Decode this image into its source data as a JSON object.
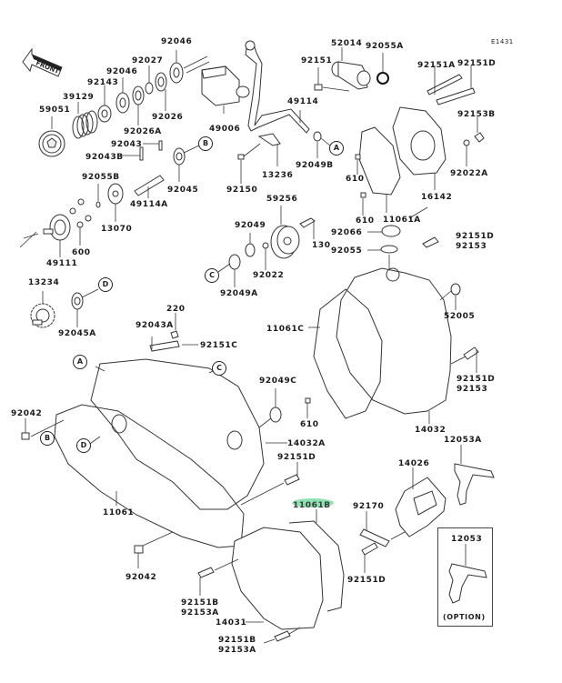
{
  "diagram": {
    "type": "exploded-parts-diagram",
    "reference_code": "E1431",
    "front_arrow_label": "FRONT",
    "option_label": "(OPTION)",
    "circle_refs": [
      "A",
      "B",
      "C",
      "D"
    ],
    "highlighted_part": "11061B",
    "parts": [
      {
        "id": "p1",
        "number": "92046"
      },
      {
        "id": "p2",
        "number": "92027"
      },
      {
        "id": "p3",
        "number": "92046"
      },
      {
        "id": "p4",
        "number": "92143"
      },
      {
        "id": "p5",
        "number": "39129"
      },
      {
        "id": "p6",
        "number": "59051"
      },
      {
        "id": "p7",
        "number": "92026"
      },
      {
        "id": "p8",
        "number": "92026A"
      },
      {
        "id": "p9",
        "number": "92043"
      },
      {
        "id": "p10",
        "number": "92043B"
      },
      {
        "id": "p11",
        "number": "92055B"
      },
      {
        "id": "p12",
        "number": "49114A"
      },
      {
        "id": "p13",
        "number": "92045"
      },
      {
        "id": "p14",
        "number": "13070"
      },
      {
        "id": "p15",
        "number": "600"
      },
      {
        "id": "p16",
        "number": "49111"
      },
      {
        "id": "p17",
        "number": "13234"
      },
      {
        "id": "p18",
        "number": "92045A"
      },
      {
        "id": "p19",
        "number": "49006"
      },
      {
        "id": "p20",
        "number": "49114"
      },
      {
        "id": "p21",
        "number": "13236"
      },
      {
        "id": "p22",
        "number": "92150"
      },
      {
        "id": "p23",
        "number": "92049B"
      },
      {
        "id": "p24",
        "number": "52014"
      },
      {
        "id": "p25",
        "number": "92151"
      },
      {
        "id": "p26",
        "number": "92055A"
      },
      {
        "id": "p27",
        "number": "92151A"
      },
      {
        "id": "p28",
        "number": "92151D"
      },
      {
        "id": "p29",
        "number": "92153B"
      },
      {
        "id": "p30",
        "number": "92022A"
      },
      {
        "id": "p31",
        "number": "16142"
      },
      {
        "id": "p32",
        "number": "610"
      },
      {
        "id": "p33",
        "number": "610"
      },
      {
        "id": "p34",
        "number": "11061A"
      },
      {
        "id": "p35",
        "number": "59256"
      },
      {
        "id": "p36",
        "number": "92049"
      },
      {
        "id": "p37",
        "number": "130"
      },
      {
        "id": "p38",
        "number": "92022"
      },
      {
        "id": "p39",
        "number": "92049A"
      },
      {
        "id": "p40",
        "number": "92066"
      },
      {
        "id": "p41",
        "number": "92055"
      },
      {
        "id": "p42",
        "number": "92151D",
        "second": "92153"
      },
      {
        "id": "p43",
        "number": "52005"
      },
      {
        "id": "p44",
        "number": "11061C"
      },
      {
        "id": "p45",
        "number": "92151D",
        "second": "92153"
      },
      {
        "id": "p46",
        "number": "14032"
      },
      {
        "id": "p47",
        "number": "610"
      },
      {
        "id": "p48",
        "number": "220"
      },
      {
        "id": "p49",
        "number": "92043A"
      },
      {
        "id": "p50",
        "number": "92151C"
      },
      {
        "id": "p51",
        "number": "92049C"
      },
      {
        "id": "p52",
        "number": "92042"
      },
      {
        "id": "p53",
        "number": "14032A"
      },
      {
        "id": "p54",
        "number": "92151D"
      },
      {
        "id": "p55",
        "number": "11061"
      },
      {
        "id": "p56",
        "number": "11061B"
      },
      {
        "id": "p57",
        "number": "12053A"
      },
      {
        "id": "p58",
        "number": "14026"
      },
      {
        "id": "p59",
        "number": "92170"
      },
      {
        "id": "p60",
        "number": "92151D"
      },
      {
        "id": "p61",
        "number": "12053"
      },
      {
        "id": "p62",
        "number": "92042"
      },
      {
        "id": "p63",
        "number": "92151B",
        "second": "92153A"
      },
      {
        "id": "p64",
        "number": "14031"
      },
      {
        "id": "p65",
        "number": "92151B",
        "second": "92153A"
      }
    ]
  }
}
